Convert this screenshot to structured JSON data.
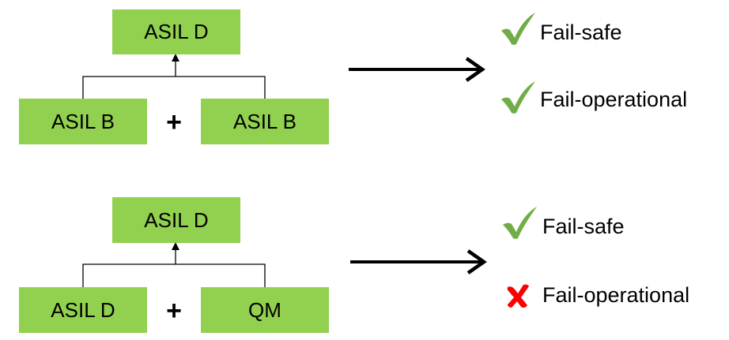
{
  "diagrams": [
    {
      "top": "ASIL D",
      "left": "ASIL B",
      "operator": "+",
      "right": "ASIL B",
      "results": [
        {
          "label": "Fail-safe",
          "status": "ok",
          "icon": "check-icon"
        },
        {
          "label": "Fail-operational",
          "status": "ok",
          "icon": "check-icon"
        }
      ]
    },
    {
      "top": "ASIL D",
      "left": "ASIL D",
      "operator": "+",
      "right": "QM",
      "results": [
        {
          "label": "Fail-safe",
          "status": "ok",
          "icon": "check-icon"
        },
        {
          "label": "Fail-operational",
          "status": "fail",
          "icon": "cross-icon"
        }
      ]
    }
  ],
  "colors": {
    "box_fill": "#92d050",
    "check": "#70ad47",
    "cross": "#ff0000",
    "lines": "#000000"
  }
}
